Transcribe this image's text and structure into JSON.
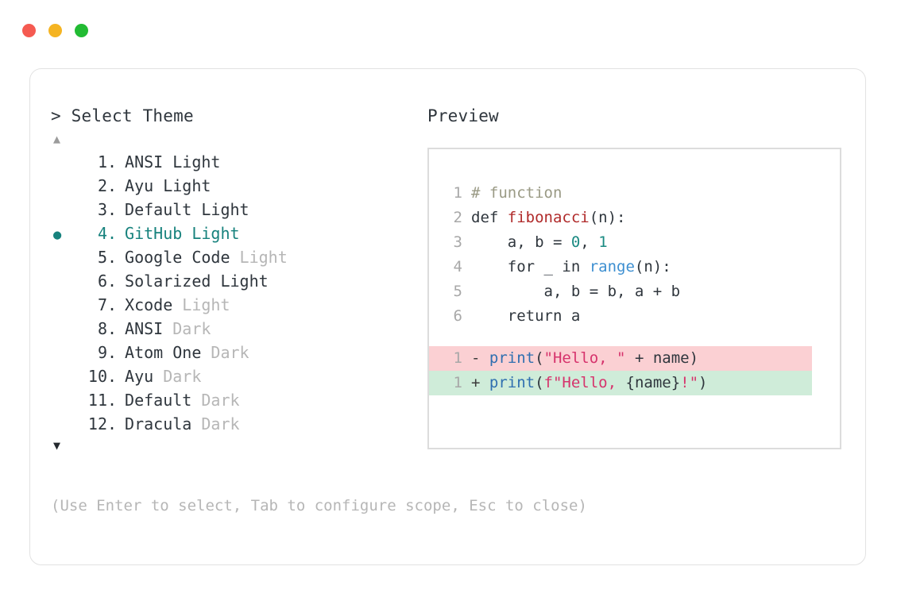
{
  "window": {
    "dots": [
      {
        "name": "close",
        "color": "#f55a51"
      },
      {
        "name": "minimize",
        "color": "#f5b422"
      },
      {
        "name": "maximize",
        "color": "#22bb33"
      }
    ]
  },
  "prompt": {
    "title": "> Select Theme",
    "scroll_up": "▲",
    "scroll_down": "▼",
    "selected_index": 4,
    "bullet": "●",
    "separator": "."
  },
  "themes": [
    {
      "index": "1",
      "name": "ANSI",
      "variant": "Light",
      "variant_muted": false
    },
    {
      "index": "2",
      "name": "Ayu",
      "variant": "Light",
      "variant_muted": false
    },
    {
      "index": "3",
      "name": "Default",
      "variant": "Light",
      "variant_muted": false
    },
    {
      "index": "4",
      "name": "GitHub",
      "variant": "Light",
      "variant_muted": false
    },
    {
      "index": "5",
      "name": "Google Code",
      "variant": "Light",
      "variant_muted": true
    },
    {
      "index": "6",
      "name": "Solarized",
      "variant": "Light",
      "variant_muted": false
    },
    {
      "index": "7",
      "name": "Xcode",
      "variant": "Light",
      "variant_muted": true
    },
    {
      "index": "8",
      "name": "ANSI",
      "variant": "Dark",
      "variant_muted": true
    },
    {
      "index": "9",
      "name": "Atom One",
      "variant": "Dark",
      "variant_muted": true
    },
    {
      "index": "10",
      "name": "Ayu",
      "variant": "Dark",
      "variant_muted": true
    },
    {
      "index": "11",
      "name": "Default",
      "variant": "Dark",
      "variant_muted": true
    },
    {
      "index": "12",
      "name": "Dracula",
      "variant": "Dark",
      "variant_muted": true
    }
  ],
  "preview": {
    "title": "Preview",
    "code_lines": [
      {
        "ln": "1",
        "tokens": [
          {
            "t": "# function",
            "c": "comment"
          }
        ]
      },
      {
        "ln": "2",
        "tokens": [
          {
            "t": "def ",
            "c": "plain"
          },
          {
            "t": "fibonacci",
            "c": "func"
          },
          {
            "t": "(n):",
            "c": "plain"
          }
        ]
      },
      {
        "ln": "3",
        "tokens": [
          {
            "t": "    a, b = ",
            "c": "plain"
          },
          {
            "t": "0",
            "c": "num"
          },
          {
            "t": ", ",
            "c": "plain"
          },
          {
            "t": "1",
            "c": "num"
          }
        ]
      },
      {
        "ln": "4",
        "tokens": [
          {
            "t": "    for _ in ",
            "c": "plain"
          },
          {
            "t": "range",
            "c": "builtin"
          },
          {
            "t": "(n):",
            "c": "plain"
          }
        ]
      },
      {
        "ln": "5",
        "tokens": [
          {
            "t": "        a, b = b, a + b",
            "c": "plain"
          }
        ]
      },
      {
        "ln": "6",
        "tokens": [
          {
            "t": "    return a",
            "c": "plain"
          }
        ]
      }
    ],
    "diff_lines": [
      {
        "ln": "1",
        "kind": "del",
        "sign": "- ",
        "tokens": [
          {
            "t": "print",
            "c": "call"
          },
          {
            "t": "(",
            "c": "plain"
          },
          {
            "t": "\"Hello, \"",
            "c": "string"
          },
          {
            "t": " + name)",
            "c": "plain"
          }
        ]
      },
      {
        "ln": "1",
        "kind": "add",
        "sign": "+ ",
        "tokens": [
          {
            "t": "print",
            "c": "call"
          },
          {
            "t": "(",
            "c": "plain"
          },
          {
            "t": "f\"Hello, ",
            "c": "string"
          },
          {
            "t": "{name}",
            "c": "plain"
          },
          {
            "t": "!\"",
            "c": "string"
          },
          {
            "t": ")",
            "c": "plain"
          }
        ]
      }
    ]
  },
  "footer": {
    "hint": "(Use Enter to select, Tab to configure scope, Esc to close)"
  },
  "colors": {
    "accent_teal": "#17827d",
    "muted_grey": "#b6b6b6",
    "text": "#2f363d",
    "diff_del_bg": "#fbd0d3",
    "diff_add_bg": "#cfecd9",
    "string_red": "#d6336c",
    "func_red": "#b02a2a",
    "builtin_blue": "#3d8fd1",
    "number_teal": "#1a8a82",
    "comment_olive": "#9a9a85"
  }
}
